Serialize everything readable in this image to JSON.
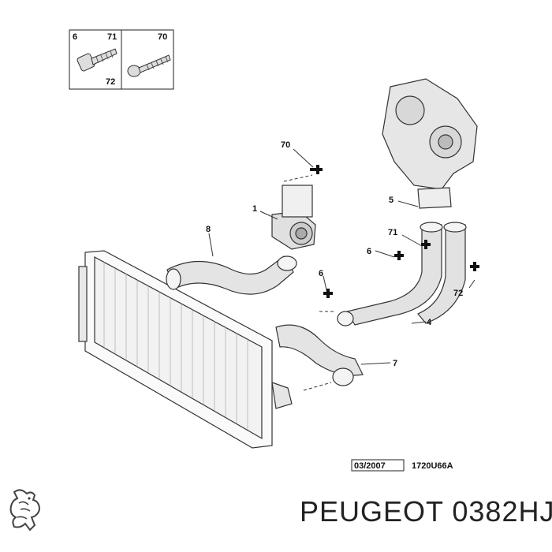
{
  "legend_box": {
    "left_top_left": "6",
    "left_top_right": "71",
    "left_bottom": "72",
    "right_top": "70"
  },
  "callouts": {
    "c70": "70",
    "c1": "1",
    "c8": "8",
    "c5": "5",
    "c71": "71",
    "c6a": "6",
    "c6b": "6",
    "c72": "72",
    "c4": "4",
    "c7": "7"
  },
  "stamp": {
    "date": "03/2007",
    "ref": "1720U66A"
  },
  "footer": {
    "title": "PEUGEOT 0382HJ"
  },
  "logo": {
    "icon": "peugeot-lion-icon"
  }
}
